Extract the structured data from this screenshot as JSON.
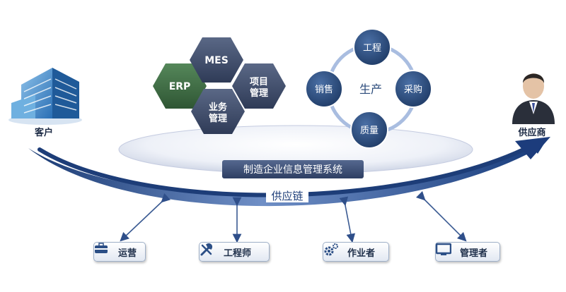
{
  "customer": {
    "label": "客户"
  },
  "supplier": {
    "label": "供应商"
  },
  "supply_chain": {
    "label": "供应链"
  },
  "system": {
    "label": "制造企业信息管理系统"
  },
  "modules": {
    "mes": "MES",
    "erp": "ERP",
    "project_mgmt": "项目\n管理",
    "business_mgmt": "业务\n管理"
  },
  "production": {
    "center": "生产",
    "nodes": {
      "top": "工程",
      "left": "销售",
      "right": "采购",
      "bottom": "质量"
    }
  },
  "roles": [
    {
      "label": "运营",
      "icon": "toolbox-icon"
    },
    {
      "label": "工程师",
      "icon": "tools-icon"
    },
    {
      "label": "作业者",
      "icon": "gears-icon"
    },
    {
      "label": "管理者",
      "icon": "monitor-icon"
    }
  ],
  "colors": {
    "arrow": "#1f3f7a",
    "hex_dark": "#3c4a68",
    "hex_green": "#3d6b42",
    "circle": "#2d4e80",
    "banner": "#3b4f78"
  }
}
